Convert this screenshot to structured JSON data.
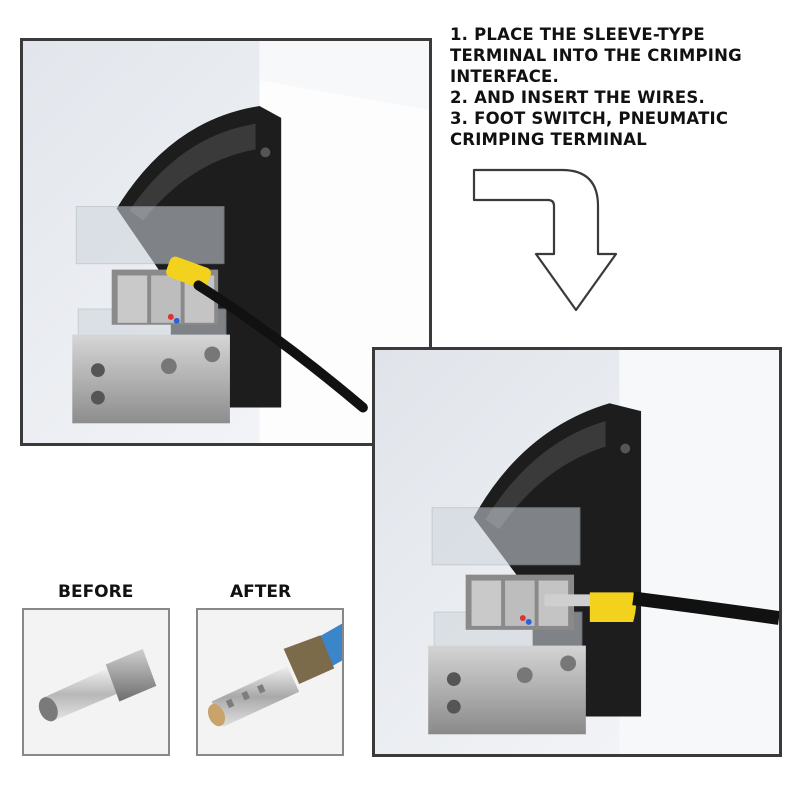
{
  "instructions": {
    "steps": [
      "1. PLACE THE SLEEVE-TYPE TERMINAL INTO THE CRIMPING INTERFACE.",
      "2. AND INSERT THE WIRES.",
      "3. FOOT SWITCH, PNEUMATIC CRIMPING TERMINAL"
    ]
  },
  "comparison": {
    "before_label": "BEFORE",
    "after_label": "AFTER"
  },
  "icons": {
    "flow_arrow": "arrow-down-right-icon"
  },
  "colors": {
    "text": "#111111",
    "frame_border": "#3a3a3a",
    "terminal_sleeve": "#f2d21c",
    "wire_insulation": "#3b86c9",
    "machine_body": "#1d1d1d"
  }
}
